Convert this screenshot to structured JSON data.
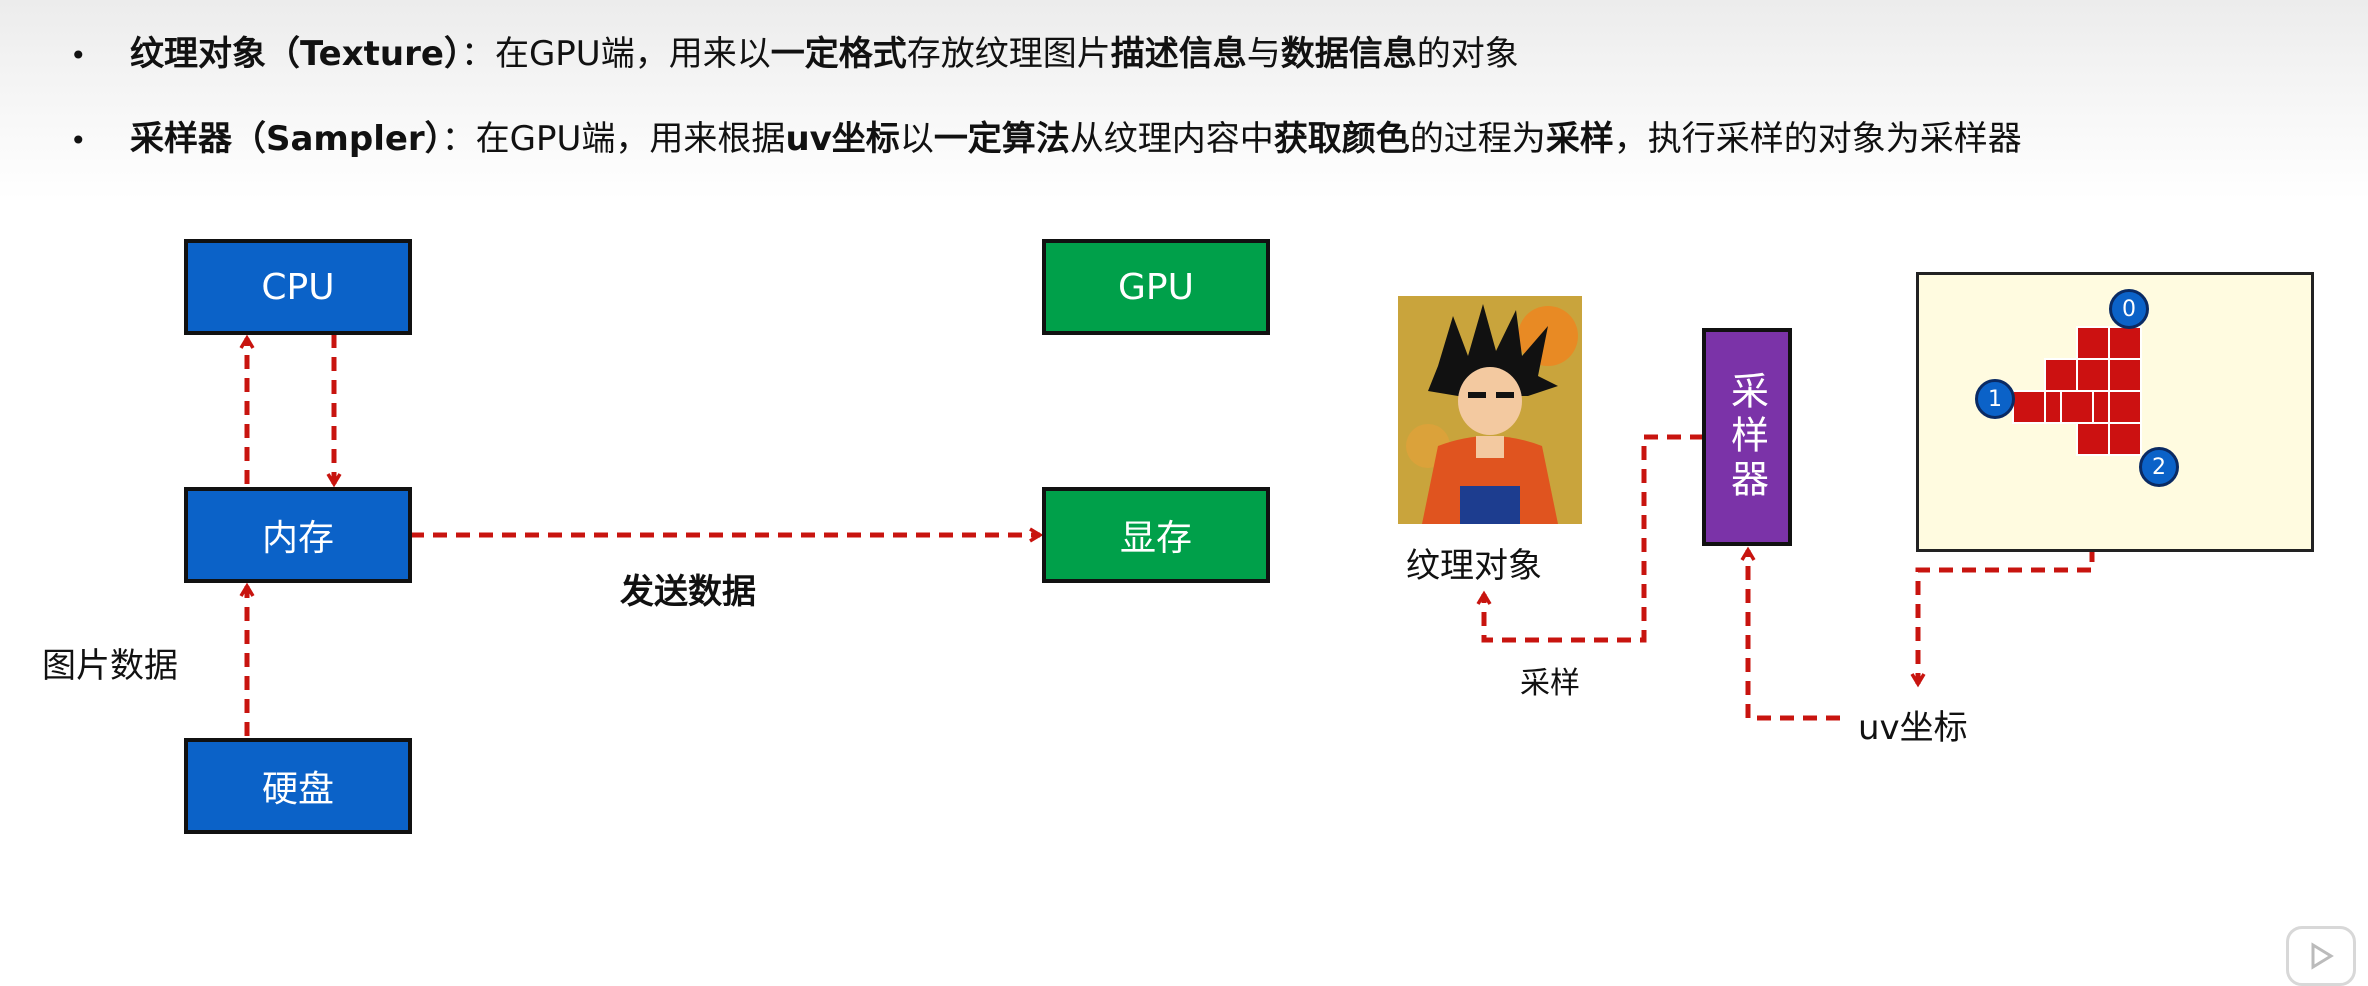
{
  "bullets": [
    {
      "marker": "•",
      "segments": [
        {
          "text": "纹理对象（Texture）",
          "bold": true
        },
        {
          "text": "：在GPU端，用来以",
          "bold": false
        },
        {
          "text": "一定格式",
          "bold": true
        },
        {
          "text": "存放纹理图片",
          "bold": false
        },
        {
          "text": "描述信息",
          "bold": true
        },
        {
          "text": "与",
          "bold": false
        },
        {
          "text": "数据信息",
          "bold": true
        },
        {
          "text": "的对象",
          "bold": false
        }
      ]
    },
    {
      "marker": "•",
      "segments": [
        {
          "text": "采样器（Sampler）",
          "bold": true
        },
        {
          "text": "：在GPU端，用来根据",
          "bold": false
        },
        {
          "text": "uv坐标",
          "bold": true
        },
        {
          "text": "以",
          "bold": false
        },
        {
          "text": "一定算法",
          "bold": true
        },
        {
          "text": "从纹理内容中",
          "bold": false
        },
        {
          "text": "获取颜色",
          "bold": true
        },
        {
          "text": "的过程为",
          "bold": false
        },
        {
          "text": "采样",
          "bold": true
        },
        {
          "text": "，执行采样的对象为采样器",
          "bold": false
        }
      ]
    }
  ],
  "diagram_left": {
    "cpu": "CPU",
    "gpu": "GPU",
    "memory": "内存",
    "vram": "显存",
    "disk": "硬盘",
    "image_data_label": "图片数据",
    "send_data_label": "发送数据"
  },
  "diagram_right": {
    "texture_object_label": "纹理对象",
    "sampler": "采样器",
    "sample_label": "采样",
    "uv_label": "uv坐标",
    "nodes": [
      "0",
      "1",
      "2"
    ]
  },
  "colors": {
    "box_blue": "#0b62c8",
    "box_green": "#00a04a",
    "sampler_purple": "#7b33a8",
    "arrow_red": "#c8140f",
    "grid_cell_red": "#cc1111",
    "panel_bg": "#fffbe0"
  }
}
